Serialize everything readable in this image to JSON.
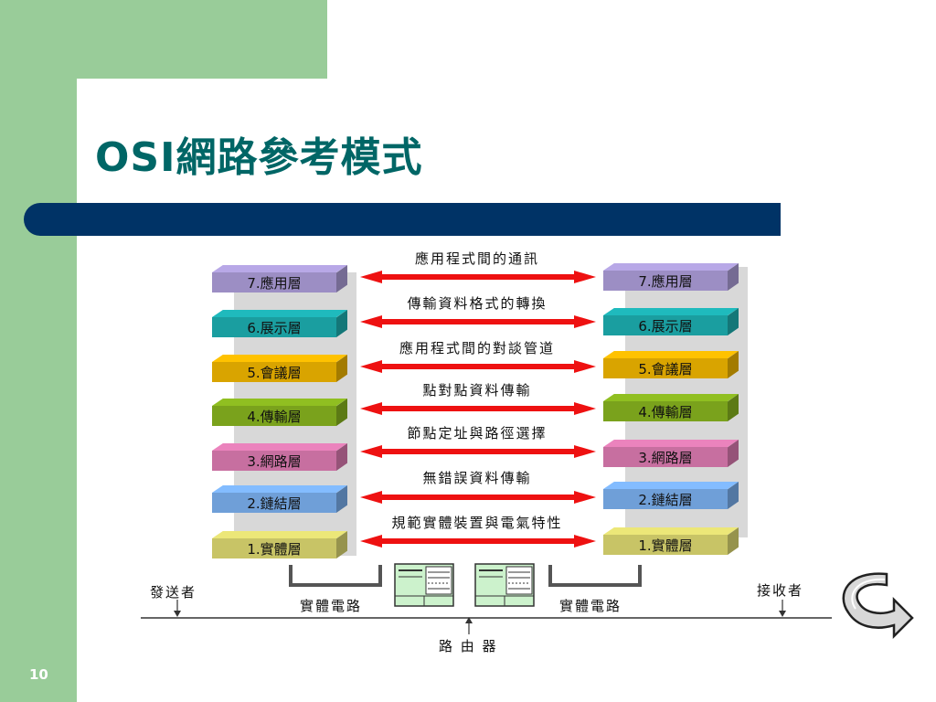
{
  "title": "OSI網路參考模式",
  "page_number": "10",
  "layers_left": [
    {
      "label": "7.應用層",
      "color": "#9c8ec4"
    },
    {
      "label": "6.展示層",
      "color": "#1a9ea0"
    },
    {
      "label": "5.會議層",
      "color": "#d9a400"
    },
    {
      "label": "4.傳輸層",
      "color": "#7aa21c"
    },
    {
      "label": "3.網路層",
      "color": "#c76fa0"
    },
    {
      "label": "2.鏈結層",
      "color": "#6f9fd8"
    },
    {
      "label": "1.實體層",
      "color": "#c8c466"
    }
  ],
  "layers_right": [
    {
      "label": "7.應用層",
      "color": "#9c8ec4"
    },
    {
      "label": "6.展示層",
      "color": "#1a9ea0"
    },
    {
      "label": "5.會議層",
      "color": "#d9a400"
    },
    {
      "label": "4.傳輸層",
      "color": "#7aa21c"
    },
    {
      "label": "3.網路層",
      "color": "#c76fa0"
    },
    {
      "label": "2.鏈結層",
      "color": "#6f9fd8"
    },
    {
      "label": "1.實體層",
      "color": "#c8c466"
    }
  ],
  "arrow_labels": [
    "應用程式間的通訊",
    "傳輸資料格式的轉換",
    "應用程式間的對談管道",
    "點對點資料傳輸",
    "節點定址與路徑選擇",
    "無錯誤資料傳輸",
    "規範實體裝置與電氣特性"
  ],
  "bottom": {
    "sender": "發送者",
    "receiver": "接收者",
    "physical_left": "實體電路",
    "physical_right": "實體電路",
    "router": "路 由 器"
  },
  "colors": {
    "title": "#006666",
    "bar": "#003366",
    "background_green": "#99cc99",
    "arrow": "#ee1111"
  },
  "icons": [
    "router-icon",
    "router-icon",
    "return-arrow-icon"
  ]
}
